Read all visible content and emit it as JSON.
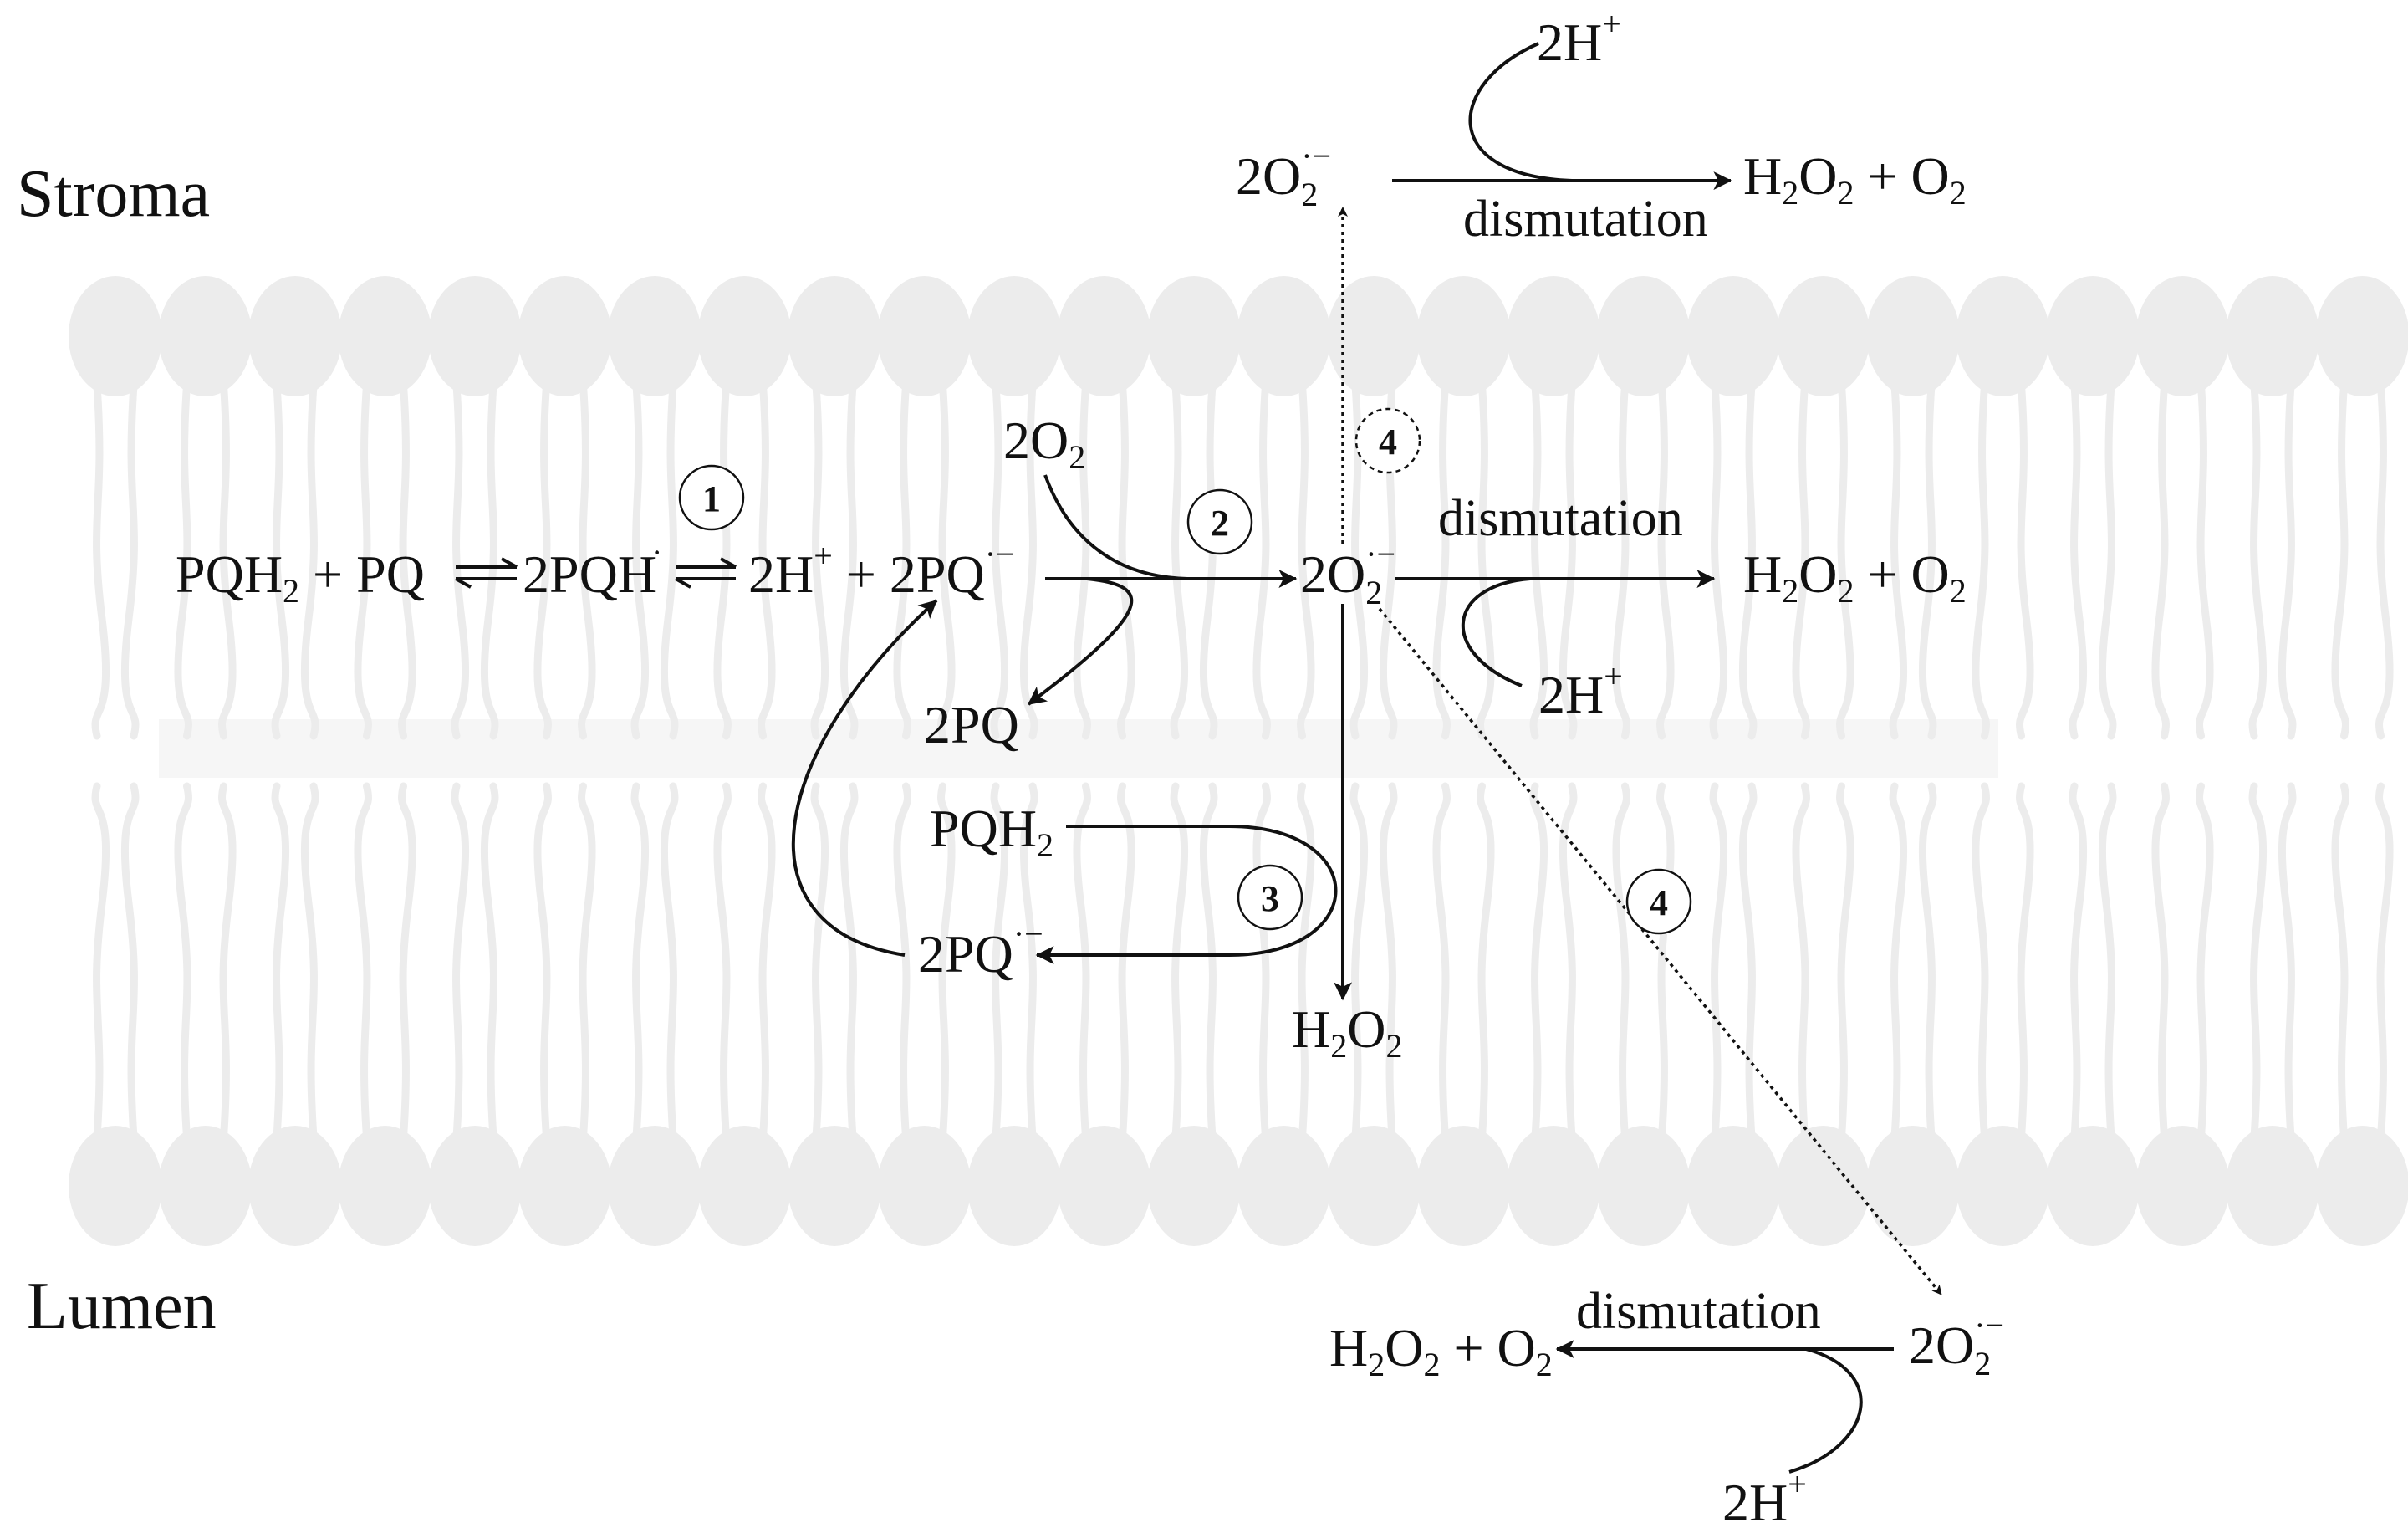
{
  "regions": {
    "top": "Stroma",
    "bottom": "Lumen"
  },
  "species": {
    "pqh2_a": "PQH",
    "pqh2_a_sub": "2",
    "plus_pq": " + PQ",
    "two_pqh": "2PQH",
    "two_pqh_dot": "·",
    "two_h": "2H",
    "two_h_sup": "+",
    "plus_2pq": " + 2PQ",
    "radical_sup": "·−",
    "two_o2": "2O",
    "two_o2_sub": "2",
    "two_pq": "2PQ",
    "pqh2_b": "PQH",
    "pqh2_b_sub": "2",
    "two_pq_rad": "2PQ",
    "superoxide": "2O",
    "superoxide_sub": "2",
    "superoxide_sup": "·−",
    "h2o2_o2": "H",
    "h2o2_o2_s1": "2",
    "h2o2_o2_mid": "O",
    "h2o2_o2_s2": "2",
    "h2o2_o2_plus": " + O",
    "h2o2_o2_s3": "2",
    "h2o2": "H",
    "h2o2_s1": "2",
    "h2o2_mid": "O",
    "h2o2_s2": "2",
    "h_plus_top": "2H",
    "h_plus_top_sup": "+",
    "h_plus_mid": "2H",
    "h_plus_mid_sup": "+",
    "h_plus_bottom": "2H",
    "h_plus_bottom_sup": "+"
  },
  "labels": {
    "dismutation_top": "dismutation",
    "dismutation_mid": "dismutation",
    "dismutation_bottom": "dismutation"
  },
  "steps": {
    "step1": "1",
    "step2": "2",
    "step3": "3",
    "step4_top": "4",
    "step4_diag": "4"
  },
  "colors": {
    "membrane": "#ececec",
    "ink": "#111111",
    "background": "#ffffff"
  }
}
